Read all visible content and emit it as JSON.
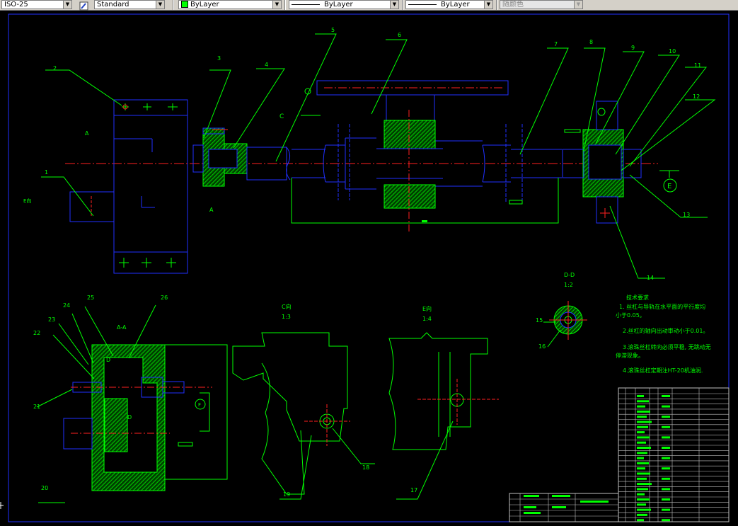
{
  "toolbar": {
    "dimstyle": "ISO-25",
    "textstyle": "Standard",
    "layer_color": "ByLayer",
    "linetype": "ByLayer",
    "lineweight": "ByLayer",
    "plotstyle": "随颜色"
  },
  "drawing": {
    "balloons": [
      "1",
      "2",
      "3",
      "4",
      "5",
      "6",
      "7",
      "8",
      "9",
      "10",
      "11",
      "12",
      "13",
      "14",
      "15",
      "16",
      "17",
      "18",
      "19",
      "20",
      "21",
      "22",
      "23",
      "24",
      "25",
      "26"
    ],
    "view_labels": {
      "a": "A",
      "c": "C",
      "e_dir": "E向",
      "aa": "A-A",
      "dd": "D-D",
      "dd_scale": "1:2",
      "c_dir": "C向",
      "c_scale": "1:3",
      "e_dir2": "E向",
      "e_scale": "1:4",
      "d": "D",
      "e": "E",
      "f": "F"
    },
    "tech": {
      "title": "技术要求",
      "items": [
        "1. 丝杠与导轨在水平面的平行度均",
        "小于0.05。",
        "2.丝杠的轴向出动审动小于0.01。",
        "3.滚珠丝杠转向必须平稳, 无跳动无",
        "停滞现象。",
        "4.滚珠丝杠定期注HT-20机油润."
      ]
    }
  }
}
